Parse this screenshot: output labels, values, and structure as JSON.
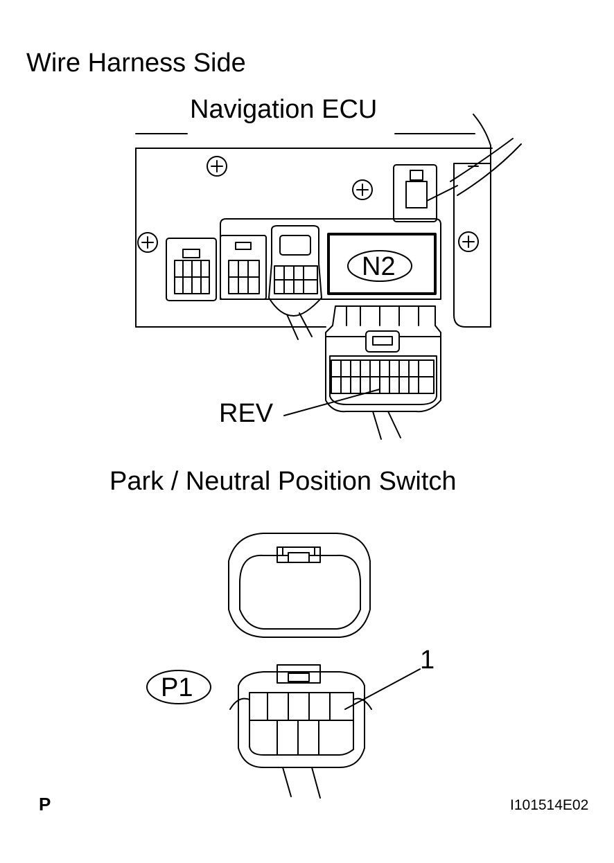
{
  "header": {
    "title": "Wire Harness Side"
  },
  "ecu": {
    "label": "Navigation ECU",
    "connector_code": "N2",
    "terminal_label": "REV"
  },
  "switch": {
    "label": "Park / Neutral Position Switch",
    "connector_code": "P1",
    "pin_label": "1"
  },
  "footer": {
    "page_marker": "P",
    "figure_id": "I101514E02"
  }
}
